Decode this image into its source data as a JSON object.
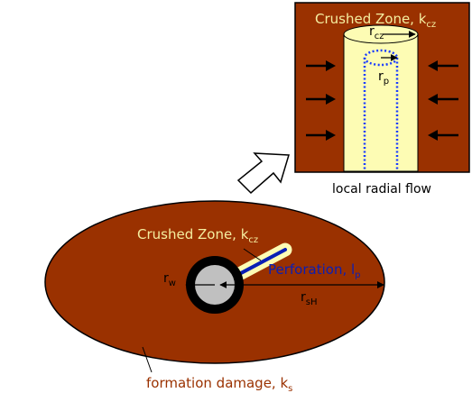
{
  "colors": {
    "formation": "#9a3100",
    "crushed_zone": "#fdfcb4",
    "perforation": "#0a1fb5",
    "label_light": "#f5eea0",
    "label_dark": "#9a3100",
    "outline": "#000000",
    "well_fill": "#c0c0c0"
  },
  "inset": {
    "title": "Crushed Zone, k",
    "title_sub": "cz",
    "r_cz": "r",
    "r_cz_sub": "cz",
    "r_p": "r",
    "r_p_sub": "p",
    "caption": "local radial flow"
  },
  "main": {
    "crushed_zone_label": "Crushed Zone, k",
    "crushed_zone_sub": "cz",
    "perforation_label": "Perforation, l",
    "perforation_sub": "p",
    "r_w": "r",
    "r_w_sub": "w",
    "r_sh": "r",
    "r_sh_sub": "sH",
    "damage_label": "formation damage, k",
    "damage_sub": "s"
  }
}
